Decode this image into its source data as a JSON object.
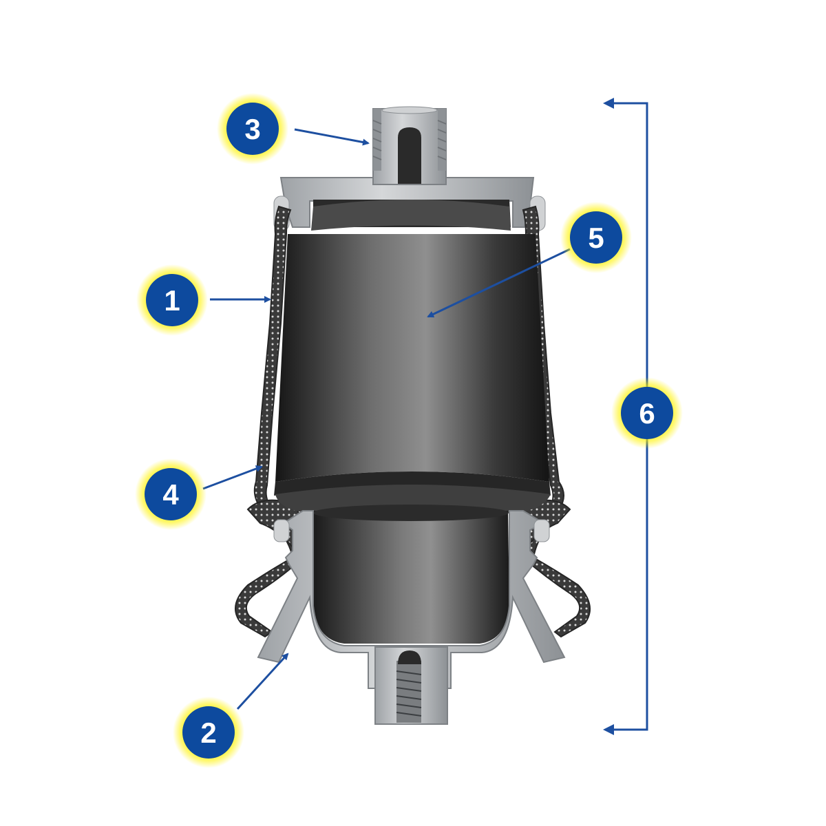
{
  "colors": {
    "background": "#ffffff",
    "callout_fill": "#0d4a9e",
    "callout_glow": "#fff200",
    "arrow": "#1d4fa0",
    "metal": "#b9bcbf",
    "metal_dark": "#8e9296",
    "bellows": "#3a3a3a",
    "bellows_dots": "#d8d8d8",
    "piston_dark": "#1c1c1c",
    "piston_light": "#8a8a8a"
  },
  "callouts": [
    {
      "id": "1",
      "label": "1"
    },
    {
      "id": "2",
      "label": "2"
    },
    {
      "id": "3",
      "label": "3"
    },
    {
      "id": "4",
      "label": "4"
    },
    {
      "id": "5",
      "label": "5"
    },
    {
      "id": "6",
      "label": "6"
    }
  ]
}
